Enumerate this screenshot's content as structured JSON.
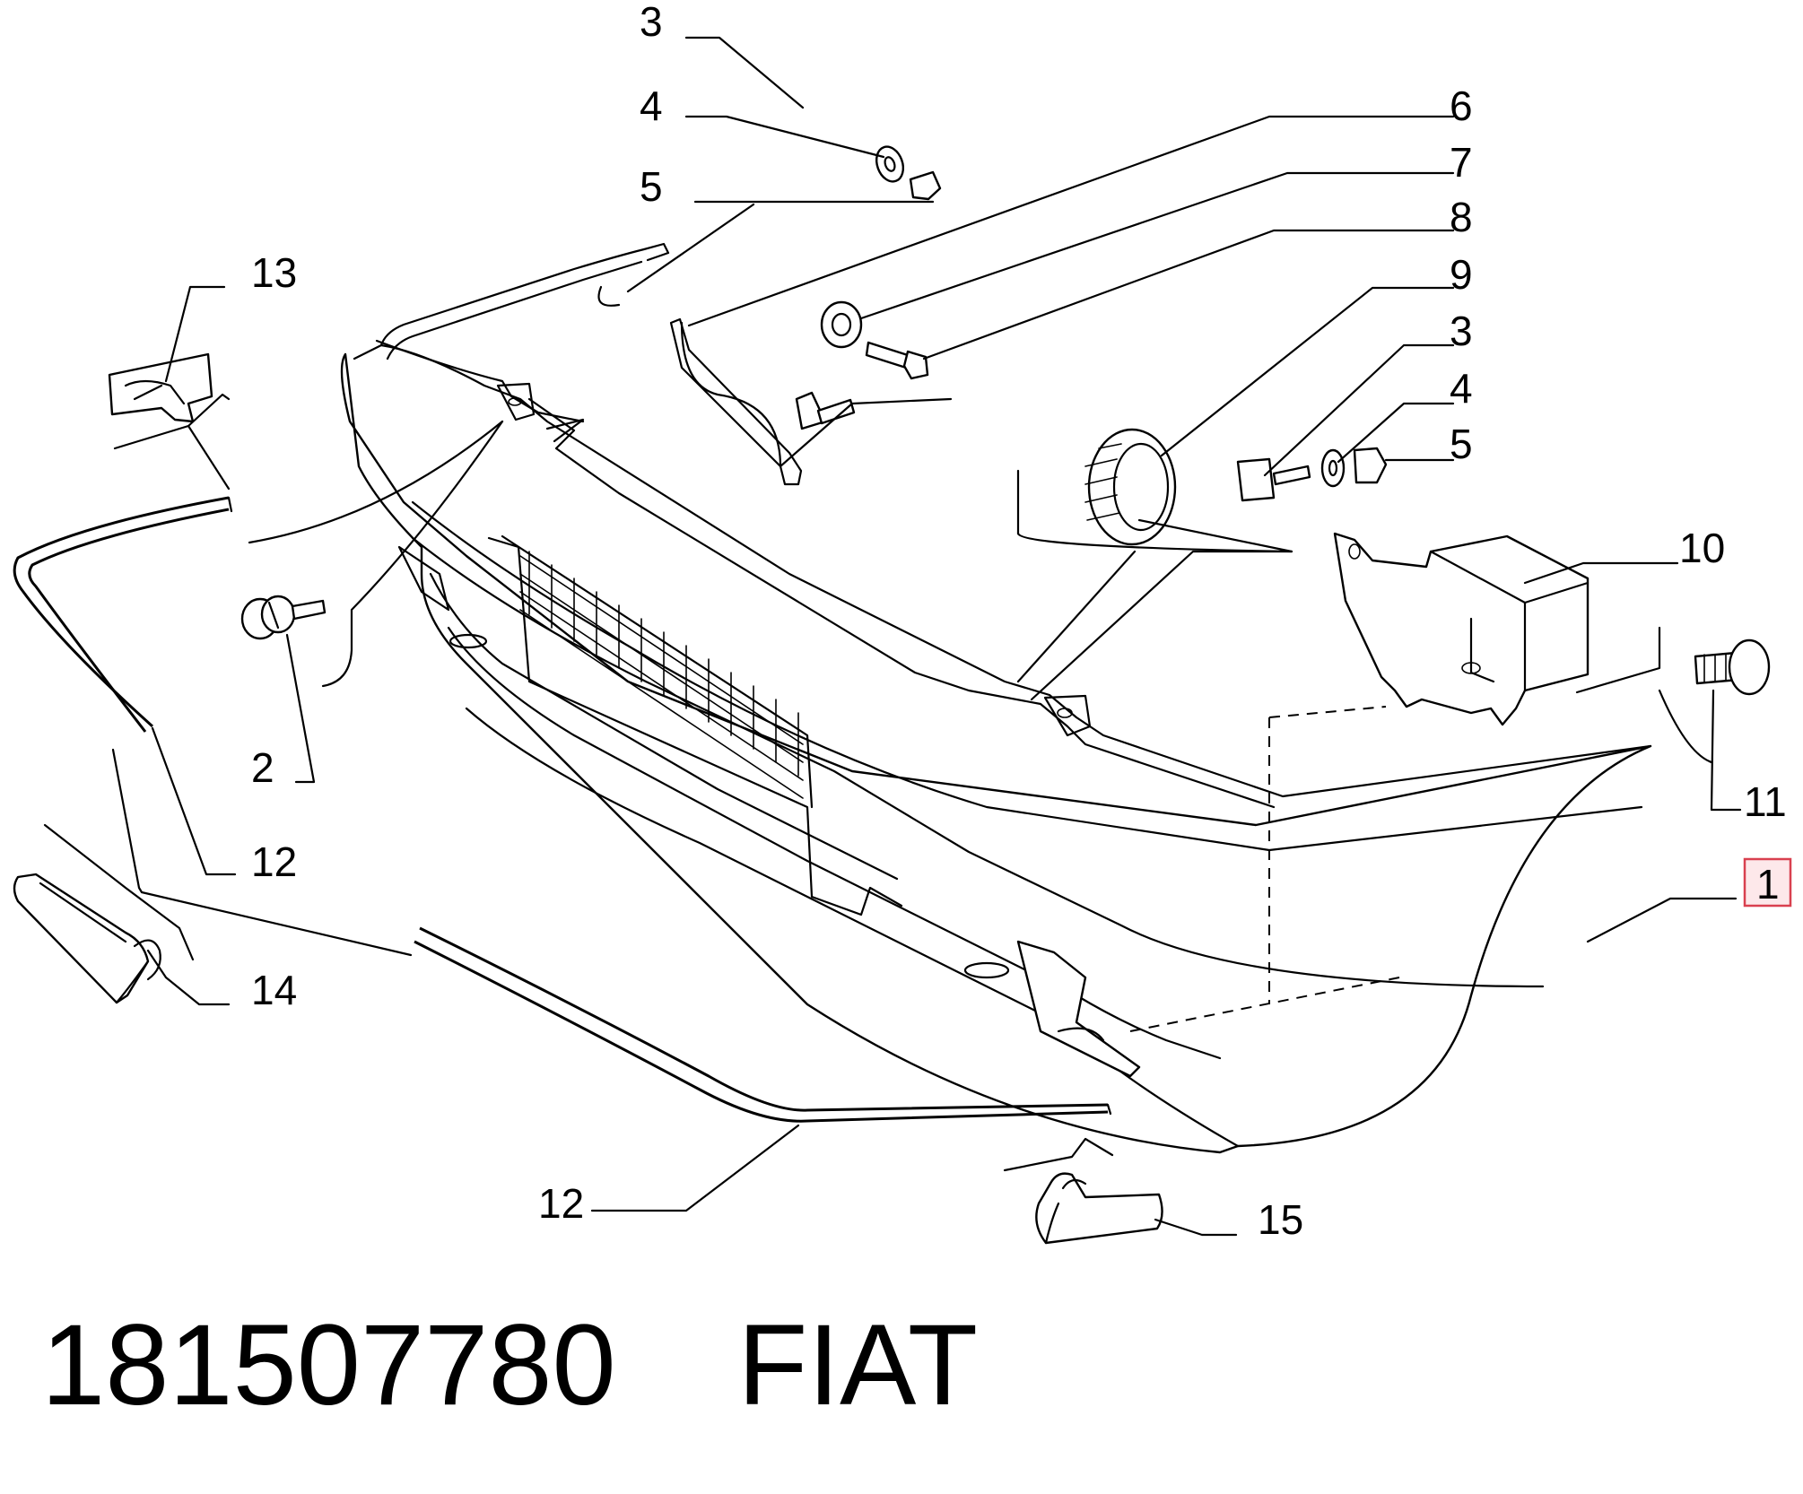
{
  "callouts": [
    {
      "id": "c3a",
      "label": "3"
    },
    {
      "id": "c4a",
      "label": "4"
    },
    {
      "id": "c5a",
      "label": "5"
    },
    {
      "id": "c6",
      "label": "6"
    },
    {
      "id": "c7",
      "label": "7"
    },
    {
      "id": "c8",
      "label": "8"
    },
    {
      "id": "c9",
      "label": "9"
    },
    {
      "id": "c3b",
      "label": "3"
    },
    {
      "id": "c4b",
      "label": "4"
    },
    {
      "id": "c5b",
      "label": "5"
    },
    {
      "id": "c10",
      "label": "10"
    },
    {
      "id": "c11",
      "label": "11"
    },
    {
      "id": "c1",
      "label": "1",
      "highlighted": true
    },
    {
      "id": "c13",
      "label": "13"
    },
    {
      "id": "c2",
      "label": "2"
    },
    {
      "id": "c12a",
      "label": "12"
    },
    {
      "id": "c14",
      "label": "14"
    },
    {
      "id": "c12b",
      "label": "12"
    },
    {
      "id": "c15",
      "label": "15"
    }
  ],
  "footer": {
    "part_number": "181507780",
    "brand": "FIAT"
  },
  "colors": {
    "highlight_fill": "#fde8ea",
    "highlight_stroke": "#d9404f",
    "line": "#000000"
  }
}
